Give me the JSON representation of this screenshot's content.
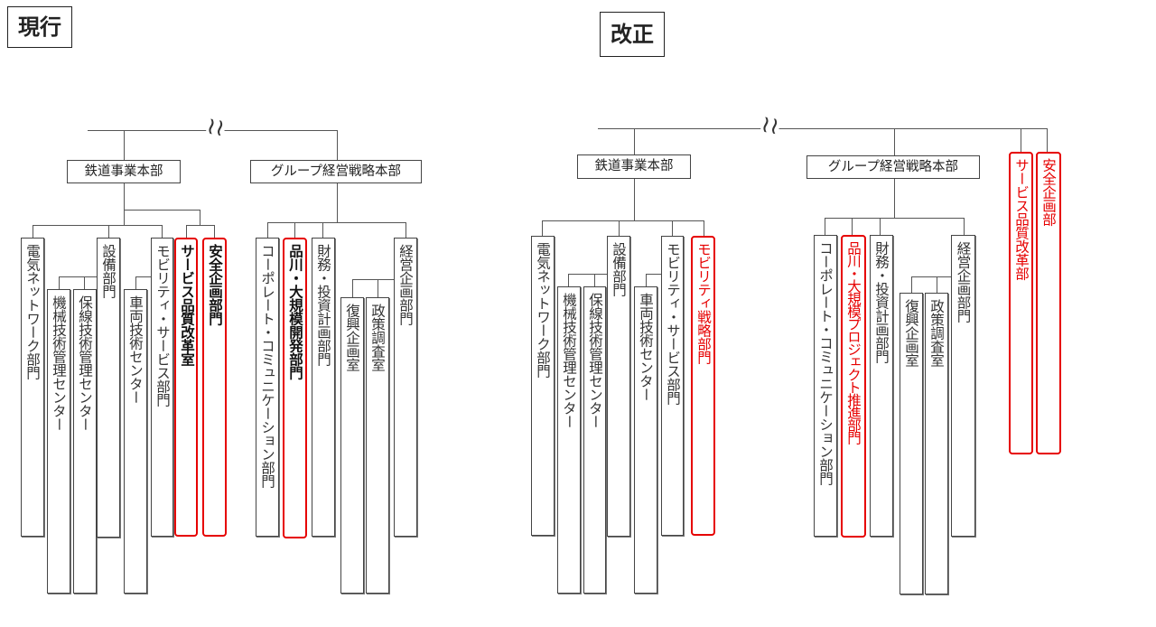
{
  "panels": {
    "current": {
      "label": "現行",
      "divisions": [
        {
          "name": "鉄道事業本部",
          "departments": [
            {
              "name": "電気ネットワーク部門",
              "highlight": false
            },
            {
              "name": "設備部門",
              "highlight": false,
              "sub": [
                {
                  "name": "機械技術管理センター"
                },
                {
                  "name": "保線技術管理センター"
                }
              ]
            },
            {
              "name": "モビリティ・サービス部門",
              "highlight": false,
              "sub": [
                {
                  "name": "車両技術センター"
                }
              ]
            },
            {
              "name": "サービス品質改革室",
              "highlight": true
            },
            {
              "name": "安全企画部門",
              "highlight": true
            }
          ]
        },
        {
          "name": "グループ経営戦略本部",
          "departments": [
            {
              "name": "コーポレート・コミュニケーション部門",
              "highlight": false
            },
            {
              "name": "品川・大規模開発部門",
              "highlight": true
            },
            {
              "name": "財務・投資計画部門",
              "highlight": false
            },
            {
              "name": "経営企画部門",
              "highlight": false,
              "sub": [
                {
                  "name": "復興企画室"
                },
                {
                  "name": "政策調査室"
                }
              ]
            }
          ]
        }
      ]
    },
    "revised": {
      "label": "改正",
      "divisions": [
        {
          "name": "鉄道事業本部",
          "departments": [
            {
              "name": "電気ネットワーク部門",
              "highlight": false
            },
            {
              "name": "設備部門",
              "highlight": false,
              "sub": [
                {
                  "name": "機械技術管理センター"
                },
                {
                  "name": "保線技術管理センター"
                }
              ]
            },
            {
              "name": "モビリティ・サービス部門",
              "highlight": false,
              "sub": [
                {
                  "name": "車両技術センター"
                }
              ]
            },
            {
              "name": "モビリティ戦略部門",
              "highlight": true
            }
          ]
        },
        {
          "name": "グループ経営戦略本部",
          "departments": [
            {
              "name": "コーポレート・コミュニケーション部門",
              "highlight": false
            },
            {
              "name": "品川・大規模プロジェクト推進部門",
              "highlight": true
            },
            {
              "name": "財務・投資計画部門",
              "highlight": false
            },
            {
              "name": "経営企画部門",
              "highlight": false,
              "sub": [
                {
                  "name": "復興企画室"
                },
                {
                  "name": "政策調査室"
                }
              ]
            }
          ]
        }
      ],
      "independent_departments": [
        {
          "name": "サービス品質改革部",
          "highlight": true
        },
        {
          "name": "安全企画部",
          "highlight": true
        }
      ]
    }
  },
  "symbols": {
    "omission_mark": "≀≀"
  },
  "colors": {
    "highlight": "#e60000",
    "line": "#555555"
  }
}
